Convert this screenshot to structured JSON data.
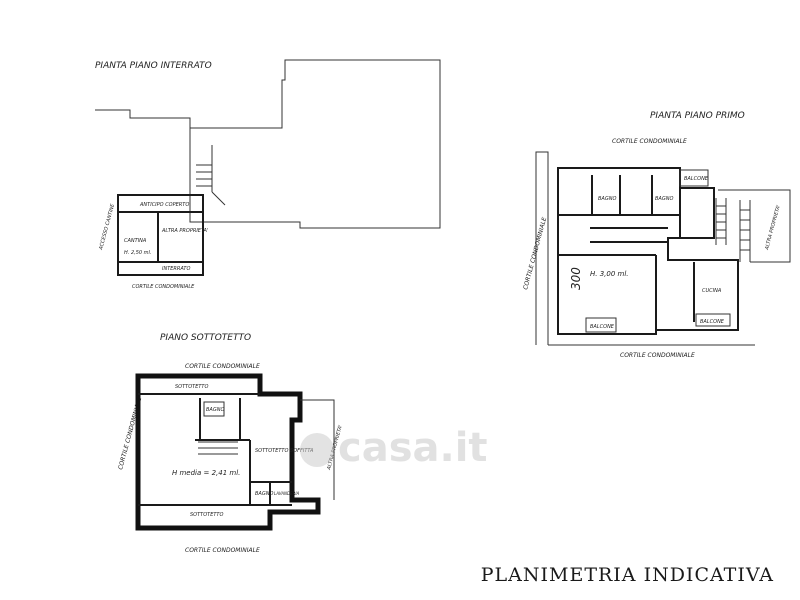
{
  "plans": {
    "basement": {
      "title": "PIANTA PIANO INTERRATO",
      "labels": {
        "north": "ANTICIPO COPERTO",
        "west": "ACCESSO CANTINE",
        "room_1": "CANTINA",
        "room_2": "ALTRA PROPRIETA'",
        "height": "H. 2,50 ml.",
        "south_room": "INTERRATO",
        "south": "CORTILE CONDOMINIALE"
      }
    },
    "first_floor": {
      "title": "PIANTA PIANO PRIMO",
      "labels": {
        "north": "CORTILE CONDOMINIALE",
        "west": "CORTILE CONDOMINIALE",
        "east": "ALTRA PROPRIETA'",
        "bath_1": "BAGNO",
        "bath_2": "BAGNO",
        "balcony_top": "BALCONE",
        "height": "H. 3,00 ml.",
        "number": "300",
        "kitchen": "CUCINA",
        "balcony_bottom": "BALCONE",
        "balcony_right": "BALCONE",
        "south": "CORTILE CONDOMINIALE"
      }
    },
    "attic": {
      "title": "PIANO SOTTOTETTO",
      "labels": {
        "north": "CORTILE CONDOMINIALE",
        "west": "CORTILE CONDOMINIALE",
        "east": "ALTRA PROPRIETA'",
        "top_band": "SOTTOTETTO",
        "bath": "BAGNO",
        "room_right": "SOTTOTETTO SOFFITTA",
        "height": "H media = 2,41 ml.",
        "bottom_band": "SOTTOTETTO",
        "small_1": "BAGNO",
        "small_2": "LAVANDERIA",
        "south": "CORTILE CONDOMINIALE"
      }
    }
  },
  "caption": "PLANIMETRIA INDICATIVA",
  "watermark": "casa.it"
}
